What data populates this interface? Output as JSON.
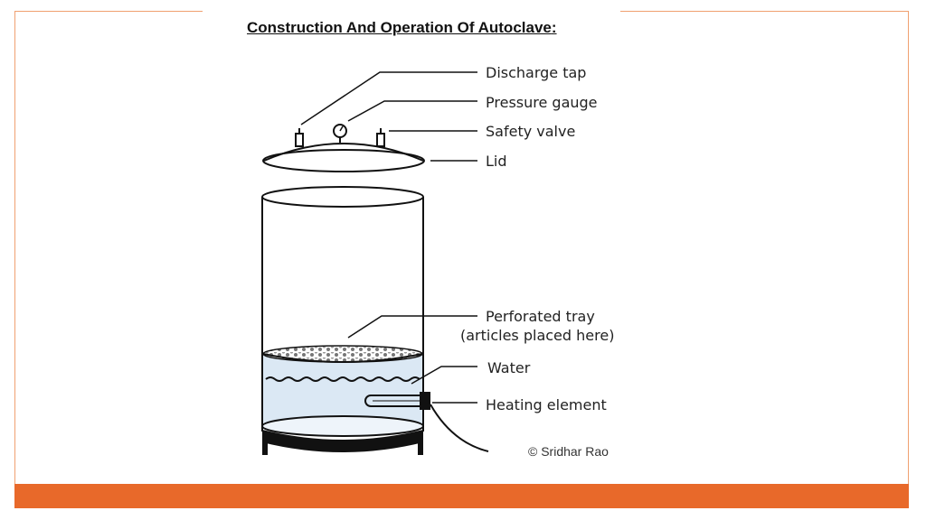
{
  "title": "Construction And Operation Of Autoclave",
  "title_suffix": ":",
  "labels": {
    "discharge_tap": "Discharge tap",
    "pressure_gauge": "Pressure gauge",
    "safety_valve": "Safety valve",
    "lid": "Lid",
    "perforated_tray_1": "Perforated tray",
    "perforated_tray_2": "(articles placed here)",
    "water": "Water",
    "heating_element": "Heating element"
  },
  "credit": "© Sridhar Rao",
  "colors": {
    "accent": "#e8692a",
    "frame": "#f0a070",
    "water": "#dbe8f4"
  }
}
